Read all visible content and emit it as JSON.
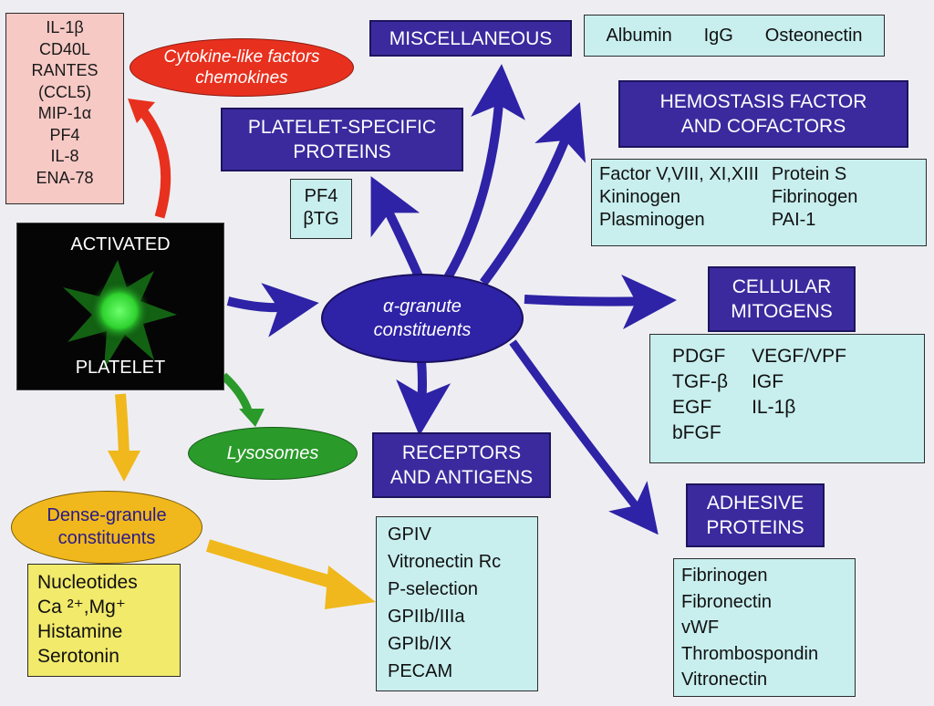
{
  "platelet": {
    "top_label": "ACTIVATED",
    "bottom_label": "PLATELET"
  },
  "ellipses": {
    "alpha": [
      "α-granute",
      "constituents"
    ],
    "cytokine": [
      "Cytokine-like factors",
      "chemokines"
    ],
    "lysosomes": "Lysosomes",
    "dense": [
      "Dense-granule",
      "constituents"
    ]
  },
  "headers": {
    "misc": "MISCELLANEOUS",
    "hemostasis": [
      "HEMOSTASIS FACTOR",
      "AND COFACTORS"
    ],
    "platelet_specific": [
      "PLATELET-SPECIFIC",
      "PROTEINS"
    ],
    "mitogens": [
      "CELLULAR",
      "MITOGENS"
    ],
    "receptors": [
      "RECEPTORS",
      "AND ANTIGENS"
    ],
    "adhesive": [
      "ADHESIVE",
      "PROTEINS"
    ]
  },
  "lists": {
    "cytokines": [
      "IL-1β",
      "CD40L",
      "RANTES",
      "(CCL5)",
      "MIP-1α",
      "PF4",
      "IL-8",
      "ENA-78"
    ],
    "misc": [
      "Albumin",
      "IgG",
      "Osteonectin"
    ],
    "platelet_specific": [
      "PF4",
      "βTG"
    ],
    "hemostasis_left": [
      "Factor V,VIII, XI,XIII",
      "Kininogen",
      "Plasminogen"
    ],
    "hemostasis_right": [
      "Protein S",
      "Fibrinogen",
      "PAI-1"
    ],
    "mitogens_left": [
      "PDGF",
      "TGF-β",
      "EGF",
      "bFGF"
    ],
    "mitogens_right": [
      "VEGF/VPF",
      "IGF",
      "IL-1β"
    ],
    "dense": [
      "Nucleotides",
      "Ca ²⁺,Mg⁺",
      "Histamine",
      "Serotonin"
    ],
    "receptors": [
      "GPIV",
      "Vitronectin Rc",
      "P-selection",
      "GPIIb/IIIa",
      "GPIb/IX",
      "PECAM"
    ],
    "adhesive": [
      "Fibrinogen",
      "Fibronectin",
      "vWF",
      "Thrombospondin",
      "Vitronectin"
    ]
  },
  "colors": {
    "navy": "#3b2a9e",
    "red": "#e8301e",
    "green": "#2a9a2a",
    "yellow": "#f0b81c",
    "cyan": "#c8eeee"
  }
}
